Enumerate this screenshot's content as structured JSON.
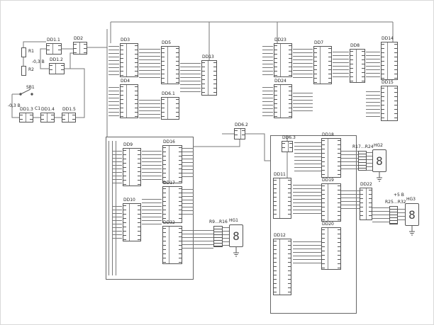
{
  "labels": {
    "r1": "R1",
    "r2": "R2",
    "c1": "C1",
    "sb1": "SB1",
    "dd1_1": "DD1.1",
    "dd1_2": "DD1.2",
    "dd2": "DD2",
    "dd1_3": "DD1.3",
    "dd1_4": "DD1.4",
    "dd1_5": "DD1.5",
    "dd3": "DD3",
    "dd4": "DD4",
    "dd5": "DD5",
    "dd6_1": "DD6.1",
    "dd6_2": "DD6.2",
    "dd13": "DD13",
    "dd23": "DD23",
    "dd24": "DD24",
    "dd7": "DD7",
    "dd8": "DD8",
    "dd14": "DD14",
    "dd15": "DD15",
    "dd9": "DD9",
    "dd10": "DD10",
    "dd16": "DD16",
    "dd17": "DD17",
    "dd32": "DD32",
    "dd6_3": "DD6.3",
    "dd11": "DD11",
    "dd12": "DD12",
    "dd18": "DD18",
    "dd19": "DD19",
    "dd20": "DD20",
    "dd22": "DD22",
    "hg1": "HG1",
    "hg2": "HG2",
    "hg3": "HG3",
    "rpack1": "R9…R16",
    "rpack2": "R17…R24",
    "rpack3": "R25…R32"
  },
  "annotations": {
    "neg_supply_1": "-0,3 В",
    "neg_supply_2": "-0,3 В",
    "plus5": "+5 В"
  },
  "display": {
    "digit": "8"
  },
  "colors": {
    "line": "#777777",
    "background": "#ffffff"
  }
}
